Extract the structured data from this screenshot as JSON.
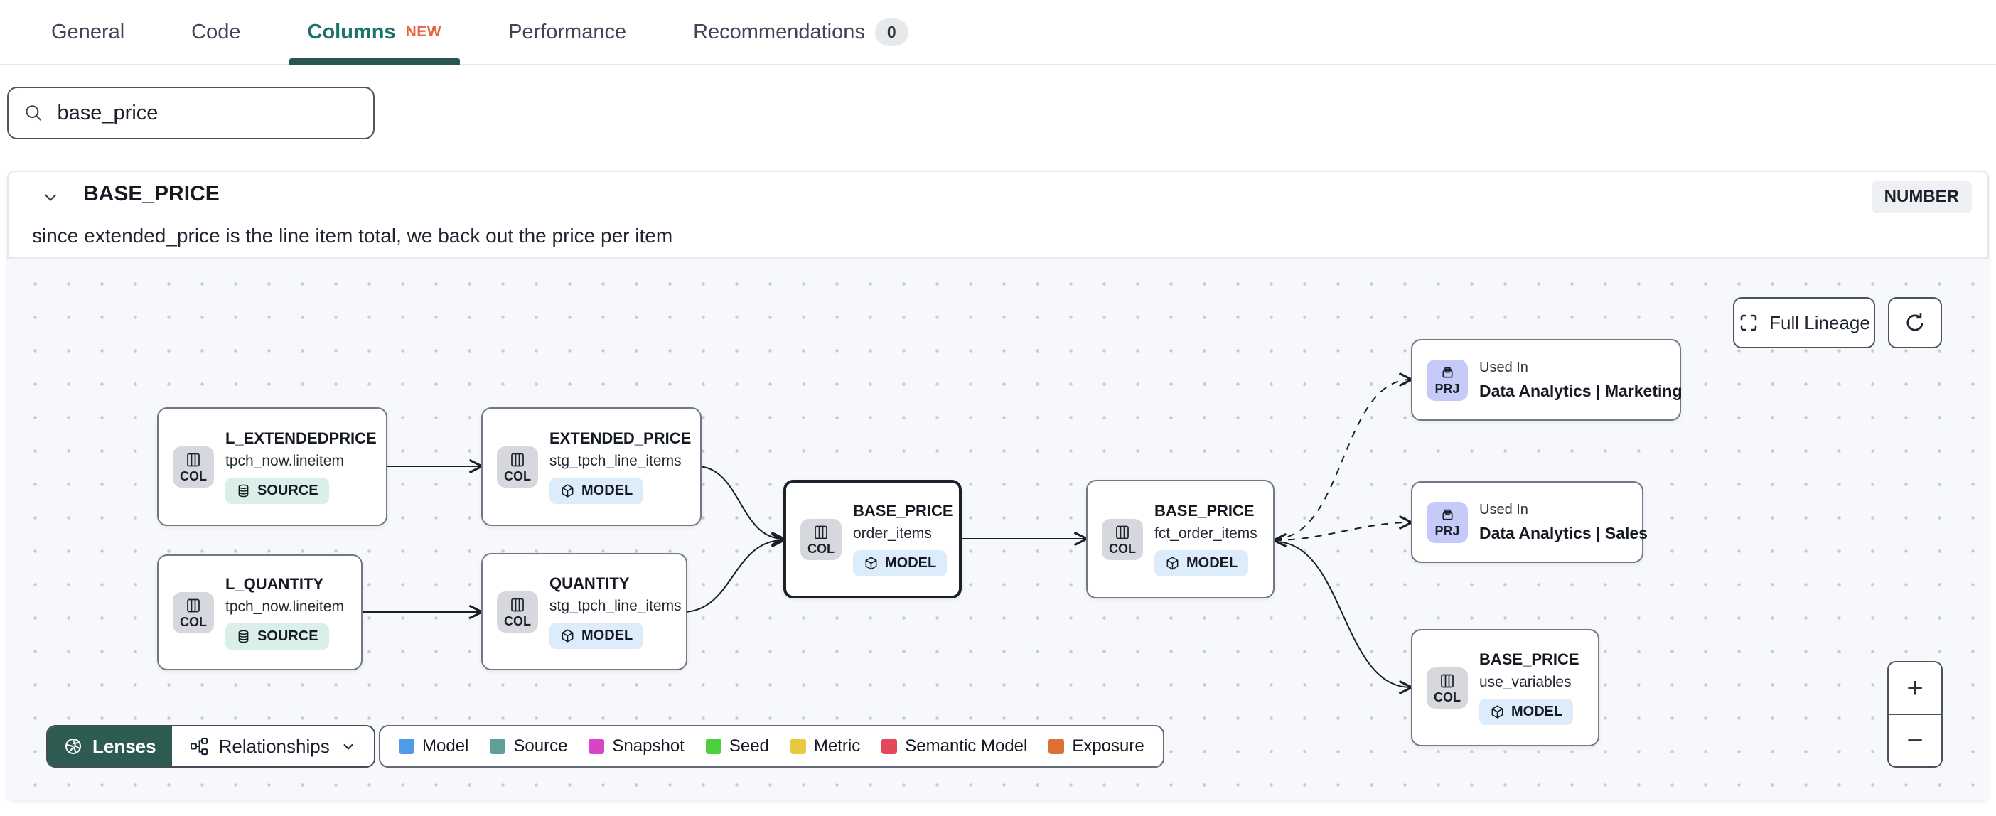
{
  "tab_bar": {
    "tabs": [
      {
        "label": "General"
      },
      {
        "label": "Code"
      },
      {
        "label": "Columns",
        "badge": "NEW",
        "active": true
      },
      {
        "label": "Performance"
      },
      {
        "label": "Recommendations",
        "count": "0"
      }
    ]
  },
  "search": {
    "value": "base_price",
    "icon": "search-icon"
  },
  "column_card": {
    "title": "BASE_PRICE",
    "type_badge": "NUMBER",
    "description": "since extended_price is the line item total, we back out the price per item"
  },
  "lineage": {
    "full_lineage_button": {
      "label": "Full Lineage",
      "icon": "expand-icon"
    },
    "refresh_button": {
      "icon": "refresh-icon"
    },
    "zoom_controls": {
      "zoom_in": "+",
      "zoom_out": "−"
    },
    "lenses_button": {
      "label": "Lenses",
      "icon": "aperture-icon",
      "bg": "#2d5a51"
    },
    "relationships_dropdown": {
      "label": "Relationships",
      "icon": "graph-icon"
    },
    "legend": {
      "items": [
        {
          "label": "Model",
          "color": "#4f9bea"
        },
        {
          "label": "Source",
          "color": "#5f9e99"
        },
        {
          "label": "Snapshot",
          "color": "#d943c5"
        },
        {
          "label": "Seed",
          "color": "#4cd03d"
        },
        {
          "label": "Metric",
          "color": "#e8c83d"
        },
        {
          "label": "Semantic Model",
          "color": "#e4495b"
        },
        {
          "label": "Exposure",
          "color": "#dd7038"
        }
      ]
    },
    "nodes": [
      {
        "title": "L_EXTENDEDPRICE",
        "subtitle": "tpch_now.lineitem",
        "chip": "COL",
        "badge": "SOURCE"
      },
      {
        "title": "EXTENDED_PRICE",
        "subtitle": "stg_tpch_line_items",
        "chip": "COL",
        "badge": "MODEL"
      },
      {
        "title": "L_QUANTITY",
        "subtitle": "tpch_now.lineitem",
        "chip": "COL",
        "badge": "SOURCE"
      },
      {
        "title": "QUANTITY",
        "subtitle": "stg_tpch_line_items",
        "chip": "COL",
        "badge": "MODEL"
      },
      {
        "title": "BASE_PRICE",
        "subtitle": "order_items",
        "chip": "COL",
        "badge": "MODEL",
        "selected": true
      },
      {
        "title": "BASE_PRICE",
        "subtitle": "fct_order_items",
        "chip": "COL",
        "badge": "MODEL"
      },
      {
        "kicker": "Used In",
        "title": "Data Analytics | Marketing",
        "chip": "PRJ"
      },
      {
        "kicker": "Used In",
        "title": "Data Analytics | Sales",
        "chip": "PRJ"
      },
      {
        "title": "BASE_PRICE",
        "subtitle": "use_variables",
        "chip": "COL",
        "badge": "MODEL"
      }
    ]
  },
  "colors": {
    "active_tab": "#1a7268",
    "tab_underline": "#2a564f",
    "new_badge": "#e8603c",
    "model_badge_bg": "#dcecfa",
    "source_badge_bg": "#d9efe7",
    "col_chip_bg": "#d6d8dd",
    "prj_chip_bg": "#c5caf8",
    "lenses_bg": "#2d5a51"
  }
}
